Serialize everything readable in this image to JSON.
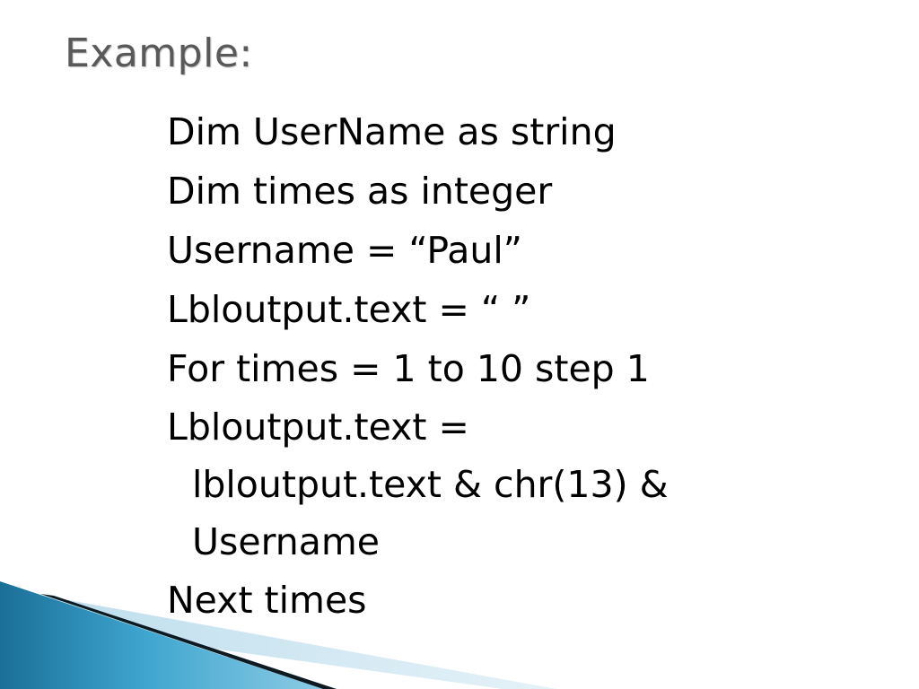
{
  "slide": {
    "title": "Example:",
    "lines": [
      "Dim UserName as string",
      "Dim times as integer",
      "Username =  “Paul”",
      "Lbloutput.text = “ ”",
      "For times = 1 to 10 step 1"
    ],
    "wrapped_line": {
      "part1": "Lbloutput.text =",
      "part2": "lbloutput.text & chr(13) &",
      "part3": "Username"
    },
    "last_line": "Next  times"
  },
  "colors": {
    "title": "#595959",
    "text": "#000000",
    "accent_blue": "#2a8cb8",
    "accent_dark": "#0d1a22"
  }
}
